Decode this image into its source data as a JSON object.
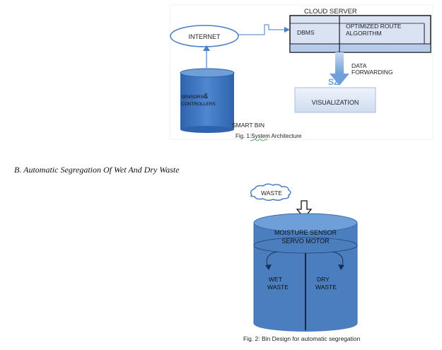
{
  "fig1": {
    "cloud_server_title": "CLOUD SERVER",
    "dbms_label": "DBMS",
    "route_label_line1": "OPTIMIZED ROUTE",
    "route_label_line2": "ALGORITHM",
    "internet_label": "INTERNET",
    "data_forwarding_line1": "DATA",
    "data_forwarding_line2": "FORWARDING",
    "sz_label": "SZ",
    "visualization_label": "VISUALIZATION",
    "sensors_line1": "SENSORS",
    "sensors_amp": "&",
    "controllers_label": "CONTROLLERS",
    "smart_bin_label": "SMART BIN",
    "caption": "Fig. 1:System Architecture",
    "colors": {
      "cloud_fill": "#d9e3f3",
      "cloud_strip": "#b7cbea",
      "cylinder_blue": "#3f77c3",
      "visualization_fill": "#dde6f5",
      "arrow_blue": "#6fa0da"
    }
  },
  "section_heading": "B.   Automatic Segregation Of Wet And Dry Waste",
  "fig2": {
    "waste_label": "WASTE",
    "moisture_label": "MOISTURE SENSOR",
    "servo_label": "SERVO MOTOR",
    "wet_line1": "WET",
    "wet_line2": "WASTE",
    "dry_line1": "DRY",
    "dry_line2": "WASTE",
    "caption": "Fig. 2: Bin Design for automatic segregation",
    "colors": {
      "bin_blue": "#4a7ebf",
      "bin_top": "#6f9fd8"
    }
  }
}
